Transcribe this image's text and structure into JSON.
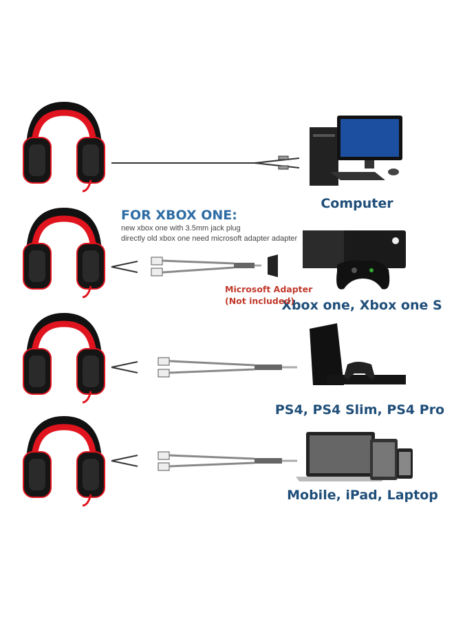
{
  "rows": [
    {
      "device": "Computer"
    },
    {
      "device": "Xbox one, Xbox one S"
    },
    {
      "device": "PS4, PS4 Slim, PS4 Pro"
    },
    {
      "device": "Mobile, iPad, Laptop"
    }
  ],
  "xbox_note": {
    "title": "FOR XBOX ONE:",
    "line1": "new xbox one with 3.5mm jack plug",
    "line2": "directly old xbox one need microsoft adapter adapter",
    "adapter_line1": "Microsoft Adapter",
    "adapter_line2": "(Not included)"
  },
  "colors": {
    "label": "#1f4e79",
    "accent_red": "#e0141e",
    "adapter_text": "#c0392b"
  }
}
